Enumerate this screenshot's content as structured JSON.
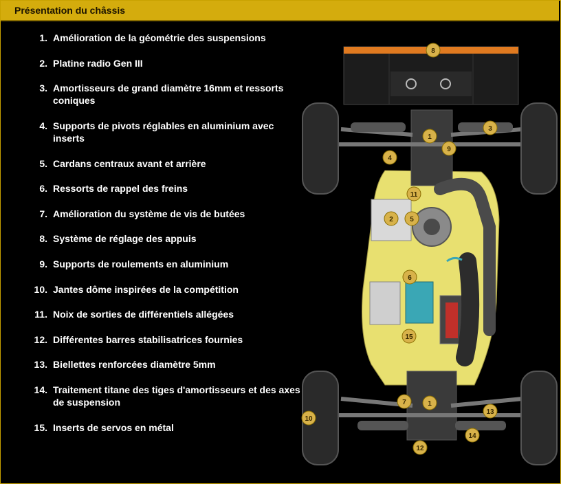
{
  "header": {
    "title": "Présentation du châssis"
  },
  "features": [
    {
      "num": "1.",
      "text": "Amélioration de la géométrie des suspensions"
    },
    {
      "num": "2.",
      "text": "Platine radio Gen III"
    },
    {
      "num": "3.",
      "text": "Amortisseurs de grand diamètre 16mm et ressorts coniques"
    },
    {
      "num": "4.",
      "text": "Supports de pivots réglables en aluminium avec inserts"
    },
    {
      "num": "5.",
      "text": "Cardans centraux avant et arrière"
    },
    {
      "num": "6.",
      "text": "Ressorts de rappel des freins"
    },
    {
      "num": "7.",
      "text": "Amélioration du système de vis de butées"
    },
    {
      "num": "8.",
      "text": "Système de réglage des appuis"
    },
    {
      "num": "9.",
      "text": "Supports de roulements en aluminium"
    },
    {
      "num": "10.",
      "text": "Jantes dôme inspirées de la compétition"
    },
    {
      "num": "11.",
      "text": "Noix de sorties de différentiels allégées"
    },
    {
      "num": "12.",
      "text": "Différentes barres stabilisatrices fournies"
    },
    {
      "num": "13.",
      "text": "Biellettes renforcées diamètre 5mm"
    },
    {
      "num": "14.",
      "text": "Traitement titane des tiges d'amortisseurs et des axes de suspension"
    },
    {
      "num": "15.",
      "text": "Inserts de servos en métal"
    }
  ],
  "callouts": [
    "8",
    "1",
    "3",
    "9",
    "4",
    "11",
    "2",
    "5",
    "6",
    "15",
    "7",
    "1",
    "10",
    "13",
    "14",
    "12"
  ],
  "colors": {
    "accent": "#d4ac0d",
    "chassis": "#e8e070",
    "background": "#000000"
  }
}
